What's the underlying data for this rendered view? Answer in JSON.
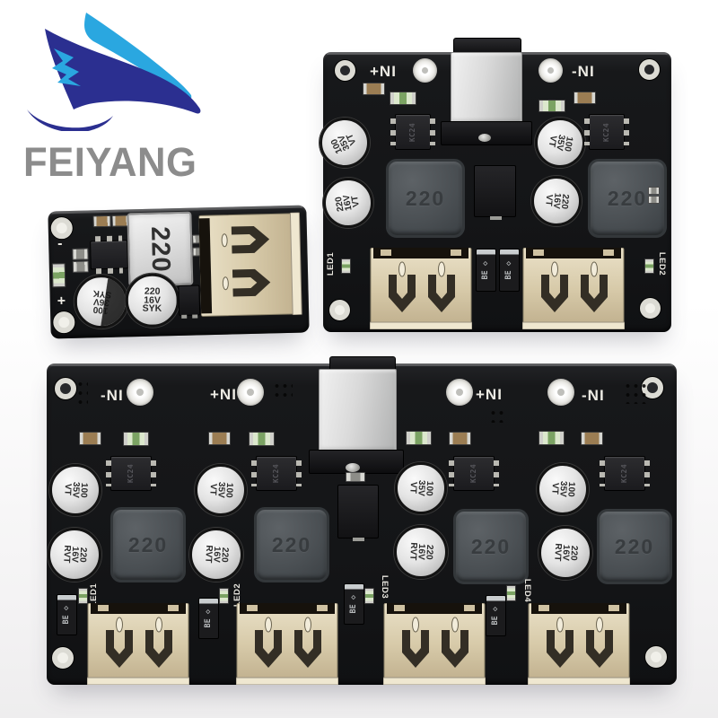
{
  "page": {
    "background_top": "#ffffff",
    "background_bottom": "#eeedee"
  },
  "brand": {
    "name": "FEIYANG",
    "text_color": "#8c8c8c",
    "logo_dark_blue": "#2b2f90",
    "logo_light_blue": "#2aa7e0"
  },
  "parts": {
    "inductor_marking": "220",
    "chip_marking": "KC24",
    "diode_marking": "BE",
    "diode_logo": "◇",
    "cap_100_35_vt": "100\n35V\nVT",
    "cap_220_16_vt": "220\n16V\nVT",
    "cap_220_16_rvt": "220\n16V\nRVT",
    "cap_100_36_syk": "100\n36V\nSYK",
    "cap_220_16_syk": "220\n16V\nSYK"
  },
  "single_module": {
    "minus_label": "-",
    "plus_label": "+"
  },
  "dual_module": {
    "in_plus_label": "+NI",
    "in_minus_label": "-NI",
    "led_labels": [
      "LED1",
      "LED2"
    ]
  },
  "quad_module": {
    "input_labels": [
      "-NI",
      "+NI",
      "+NI",
      "-NI"
    ],
    "led_labels": [
      "LED1",
      "LED2",
      "LED3",
      "LED4"
    ]
  },
  "colors": {
    "pcb": "#151619",
    "silkscreen": "#edebe4",
    "usb_shell": "#d7caa9",
    "inductor_dark": "#4b5054",
    "inductor_silver": "#dcdcdc",
    "capacitor_top": "#d9d9d9"
  }
}
